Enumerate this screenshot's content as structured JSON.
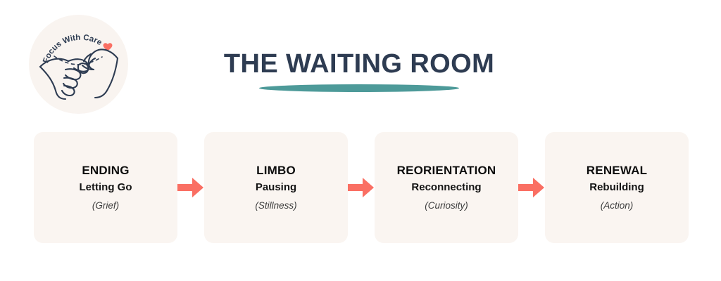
{
  "page": {
    "background_color": "#ffffff"
  },
  "logo": {
    "name": "focus-with-care-logo",
    "brand_text": "Focus With Care",
    "circle_color": "#f9f4f0",
    "line_color": "#2e3c52",
    "heart_color": "#fa6f63",
    "illustration": "pinky-promise-hands"
  },
  "header": {
    "title": "THE WAITING ROOM",
    "title_color": "#2e3c52",
    "underline_color": "#4d9a99"
  },
  "flow": {
    "arrow_color": "#fa6f63",
    "card_color": "#faf5f1",
    "stages": [
      {
        "title": "ENDING",
        "subtitle": "Letting Go",
        "note": "(Grief)"
      },
      {
        "title": "LIMBO",
        "subtitle": "Pausing",
        "note": "(Stillness)"
      },
      {
        "title": "REORIENTATION",
        "subtitle": "Reconnecting",
        "note": "(Curiosity)"
      },
      {
        "title": "RENEWAL",
        "subtitle": "Rebuilding",
        "note": "(Action)"
      }
    ],
    "arrows": [
      {
        "name": "arrow-ending-to-limbo"
      },
      {
        "name": "arrow-limbo-to-reorientation"
      },
      {
        "name": "arrow-reorientation-to-renewal"
      }
    ]
  }
}
